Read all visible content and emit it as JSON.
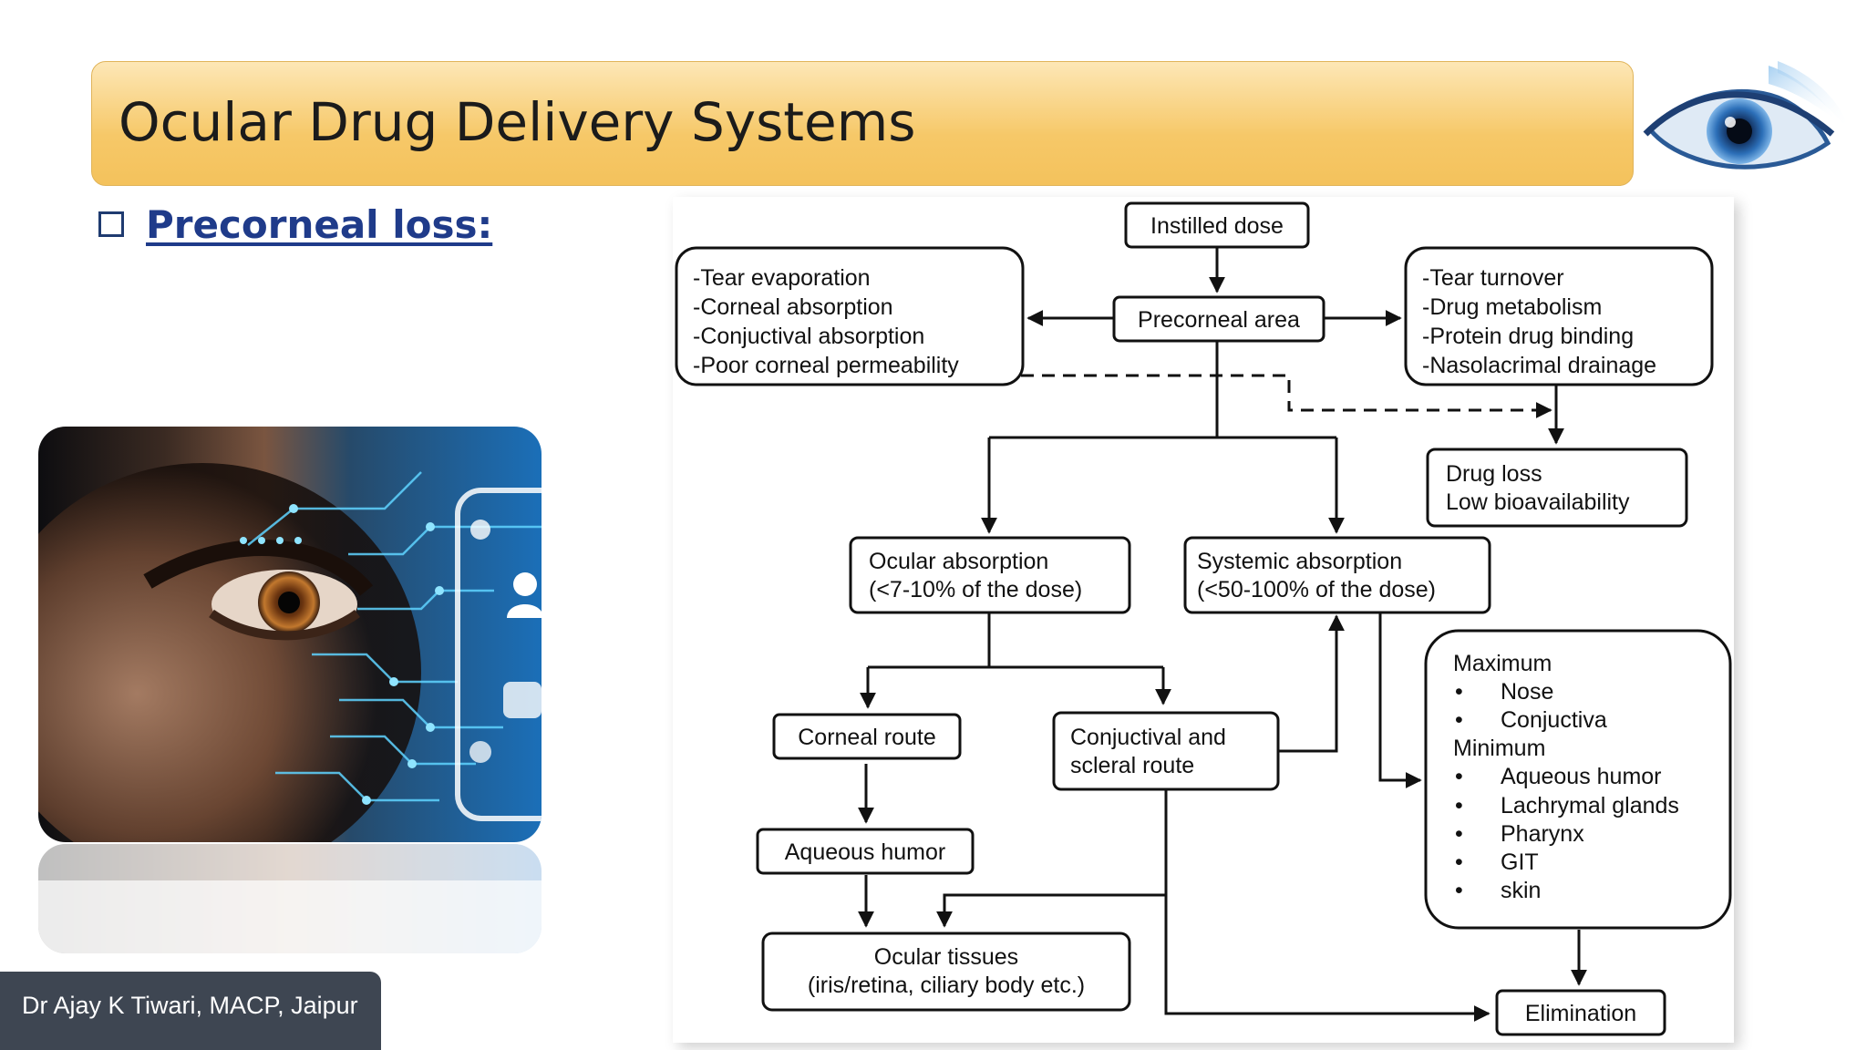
{
  "slide": {
    "title": "Ocular Drug Delivery Systems",
    "subheading": "Precorneal loss:",
    "author": "Dr Ajay K Tiwari, MACP, Jaipur",
    "colors": {
      "title_bar": "#f6c868",
      "subheading": "#1f3b8a",
      "author_bg": "#3e4652"
    }
  },
  "diagram": {
    "instilled": "Instilled dose",
    "precorneal": "Precorneal area",
    "left_losses": [
      "-Tear evaporation",
      "-Corneal absorption",
      "-Conjuctival absorption",
      "-Poor corneal permeability"
    ],
    "right_losses": [
      "-Tear turnover",
      "-Drug metabolism",
      "-Protein drug binding",
      "-Nasolacrimal drainage"
    ],
    "drug_loss": [
      "Drug loss",
      "Low bioavailability"
    ],
    "ocular_abs": [
      "Ocular absorption",
      "(<7-10% of the dose)"
    ],
    "systemic_abs": [
      "Systemic absorption",
      "(<50-100% of the dose)"
    ],
    "corneal_route": "Corneal route",
    "conj_route": [
      "Conjuctival and",
      "scleral route"
    ],
    "aqueous": "Aqueous humor",
    "ocular_tissues": [
      "Ocular tissues",
      "(iris/retina, ciliary body etc.)"
    ],
    "elimination": "Elimination",
    "distribution": {
      "max_label": "Maximum",
      "max_items": [
        "Nose",
        "Conjuctiva"
      ],
      "min_label": "Minimum",
      "min_items": [
        "Aqueous humor",
        "Lachrymal glands",
        "Pharynx",
        "GIT",
        "skin"
      ]
    }
  }
}
